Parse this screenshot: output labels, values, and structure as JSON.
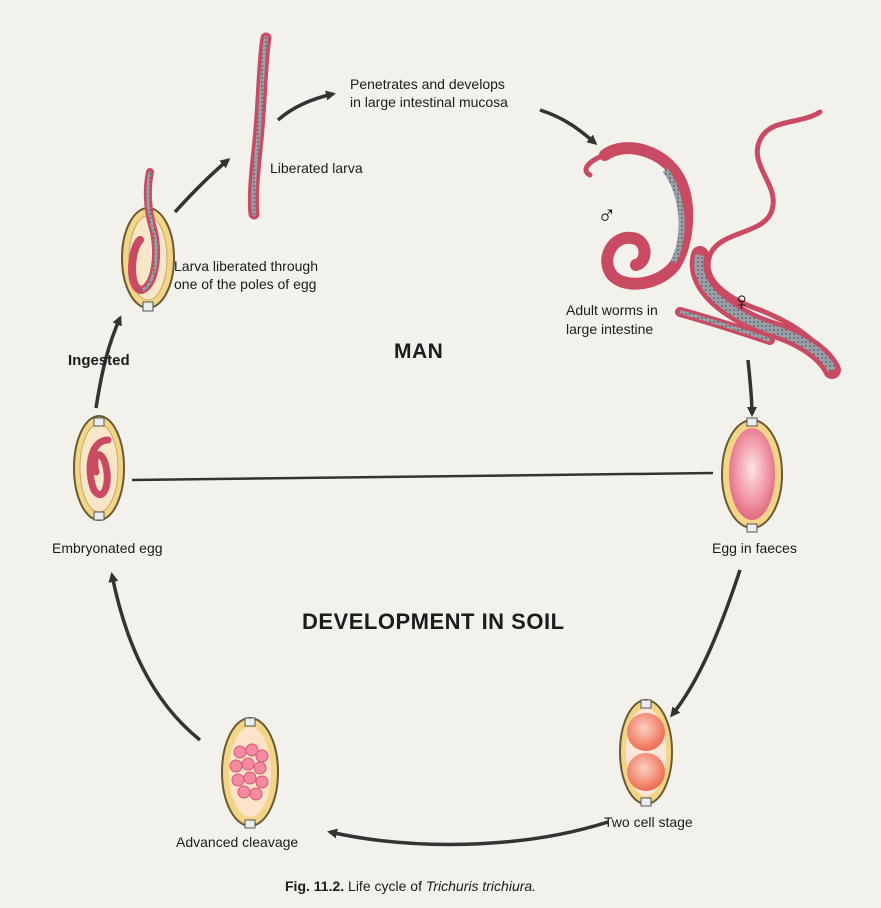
{
  "diagram": {
    "zones": {
      "upper": "MAN",
      "lower": "DEVELOPMENT IN SOIL"
    },
    "stages": {
      "liberated_larva": "Liberated larva",
      "larva_liberated_line1": "Larva liberated through",
      "larva_liberated_line2": "one of the poles of egg",
      "penetrates_line1": "Penetrates and develops",
      "penetrates_line2": "in large intestinal mucosa",
      "adult_line1": "Adult worms in",
      "adult_line2": "large intestine",
      "egg_in_faeces": "Egg in faeces",
      "two_cell": "Two cell stage",
      "advanced_cleavage": "Advanced cleavage",
      "embryonated_egg": "Embryonated egg",
      "ingested": "Ingested"
    },
    "symbols": {
      "male": "♂",
      "female": "♀"
    },
    "caption": {
      "fig": "Fig. 11.2.",
      "text": "Life cycle of",
      "species": "Trichuris trichiura."
    },
    "colors": {
      "worm": "#c94a63",
      "worm_tail": "#8a8f97",
      "egg_shell": "#f3d58a",
      "egg_pink": "#f29aa8",
      "arrow": "#333333"
    }
  }
}
